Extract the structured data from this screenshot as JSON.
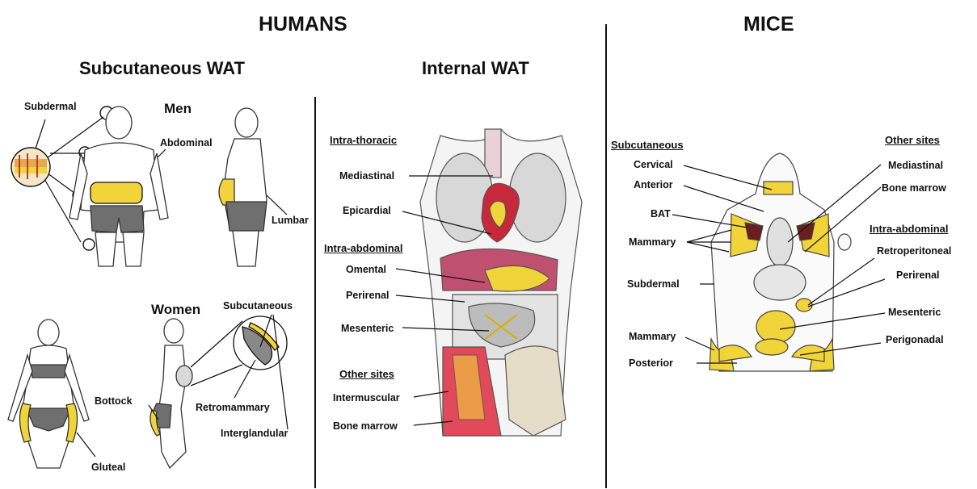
{
  "titles": {
    "humans": "HUMANS",
    "mice": "MICE"
  },
  "subtitles": {
    "subcutaneous_wat": "Subcutaneous WAT",
    "internal_wat": "Internal WAT"
  },
  "men": {
    "heading": "Men",
    "labels": {
      "subdermal": "Subdermal",
      "abdominal": "Abdominal",
      "lumbar": "Lumbar"
    }
  },
  "women": {
    "heading": "Women",
    "labels": {
      "subcutaneous": "Subcutaneous",
      "bottock": "Bottock",
      "retromammary": "Retromammary",
      "interglandular": "Interglandular",
      "gluteal": "Gluteal"
    }
  },
  "internal": {
    "intra_thoracic": {
      "heading": "Intra-thoracic",
      "items": [
        "Mediastinal",
        "Epicardial"
      ]
    },
    "intra_abdominal": {
      "heading": "Intra-abdominal",
      "items": [
        "Omental",
        "Perirenal",
        "Mesenteric"
      ]
    },
    "other_sites": {
      "heading": "Other sites",
      "items": [
        "Intermuscular",
        "Bone marrow"
      ]
    }
  },
  "mice": {
    "subcutaneous": {
      "heading": "Subcutaneous",
      "items": [
        "Cervical",
        "Anterior",
        "BAT",
        "Mammary",
        "Subdermal",
        "Mammary",
        "Posterior"
      ]
    },
    "other_sites": {
      "heading": "Other sites",
      "items": [
        "Mediastinal",
        "Bone marrow"
      ]
    },
    "intra_abdominal": {
      "heading": "Intra-abdominal",
      "items": [
        "Retroperitoneal",
        "Perirenal",
        "Mesenteric",
        "Perigonadal"
      ]
    }
  },
  "colors": {
    "fat_yellow": "#f1d43a",
    "brown_fat": "#6b1e1e",
    "gray_fill": "#6f6f6f",
    "heart_red": "#c8293a",
    "liver_pink": "#c05070",
    "muscle_red": "#e2495a"
  }
}
